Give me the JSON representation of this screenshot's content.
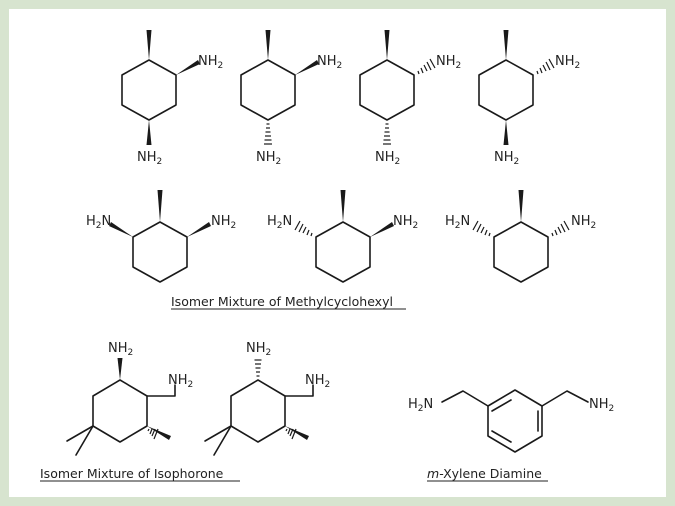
{
  "atom_labels": {
    "amine": "NH",
    "amine_left": "H",
    "amine_left_n": "N",
    "subscript_two": "2"
  },
  "captions": {
    "methylcyclohexyl": "Isomer Mixture of Methylcyclohexyl",
    "isophorone": "Isomer Mixture of Isophorone",
    "xylene_prefix": "m",
    "xylene_rest": "-Xylene Diamine"
  },
  "colors": {
    "frame_border": "#d7e4cf",
    "ink": "#1a1a1a"
  }
}
